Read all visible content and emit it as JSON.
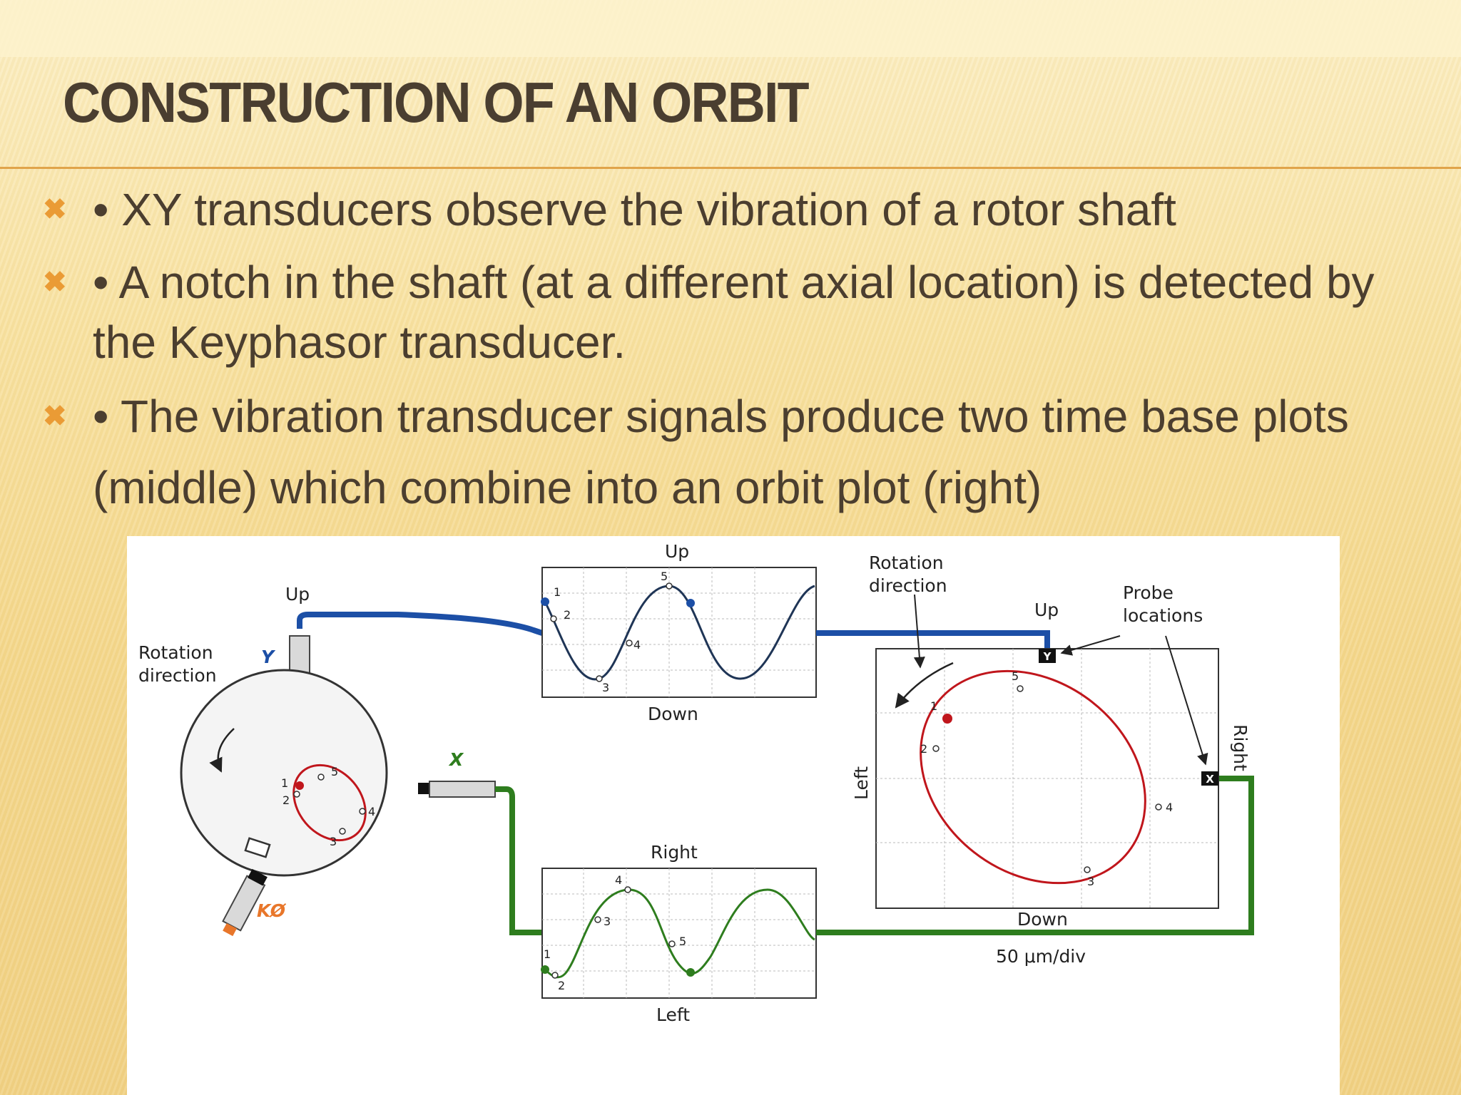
{
  "slide": {
    "title": "CONSTRUCTION OF AN ORBIT",
    "bullets": [
      {
        "text": "• XY transducers observe the vibration of a rotor shaft"
      },
      {
        "text": "• A notch in the shaft (at a different axial location) is detected by the Keyphasor transducer."
      },
      {
        "text": "• The vibration transducer signals produce two time base plots (middle) which combine into an orbit plot (right)"
      }
    ]
  },
  "diagram": {
    "rotor": {
      "rotation_label_1": "Rotation",
      "rotation_label_2": "direction",
      "y_probe": "Y",
      "x_probe": "X",
      "y_up": "Up",
      "keyphasor": "KØ"
    },
    "top_plot": {
      "top_label": "Up",
      "bottom_label": "Down"
    },
    "bottom_plot": {
      "top_label": "Right",
      "bottom_label": "Left"
    },
    "orbit": {
      "up": "Up",
      "down": "Down",
      "left": "Left",
      "right": "Right",
      "rotation_label_1": "Rotation",
      "rotation_label_2": "direction",
      "probe_label_1": "Probe",
      "probe_label_2": "locations",
      "y_marker": "Y",
      "x_marker": "X",
      "scale": "50 μm/div"
    },
    "point_labels": [
      "1",
      "2",
      "3",
      "4",
      "5"
    ],
    "colors": {
      "y_signal": "#1c4fa6",
      "x_signal": "#2e7d1e",
      "orbit": "#c0161c",
      "keyphasor": "#e8762a",
      "wave": "#1f3556"
    }
  }
}
